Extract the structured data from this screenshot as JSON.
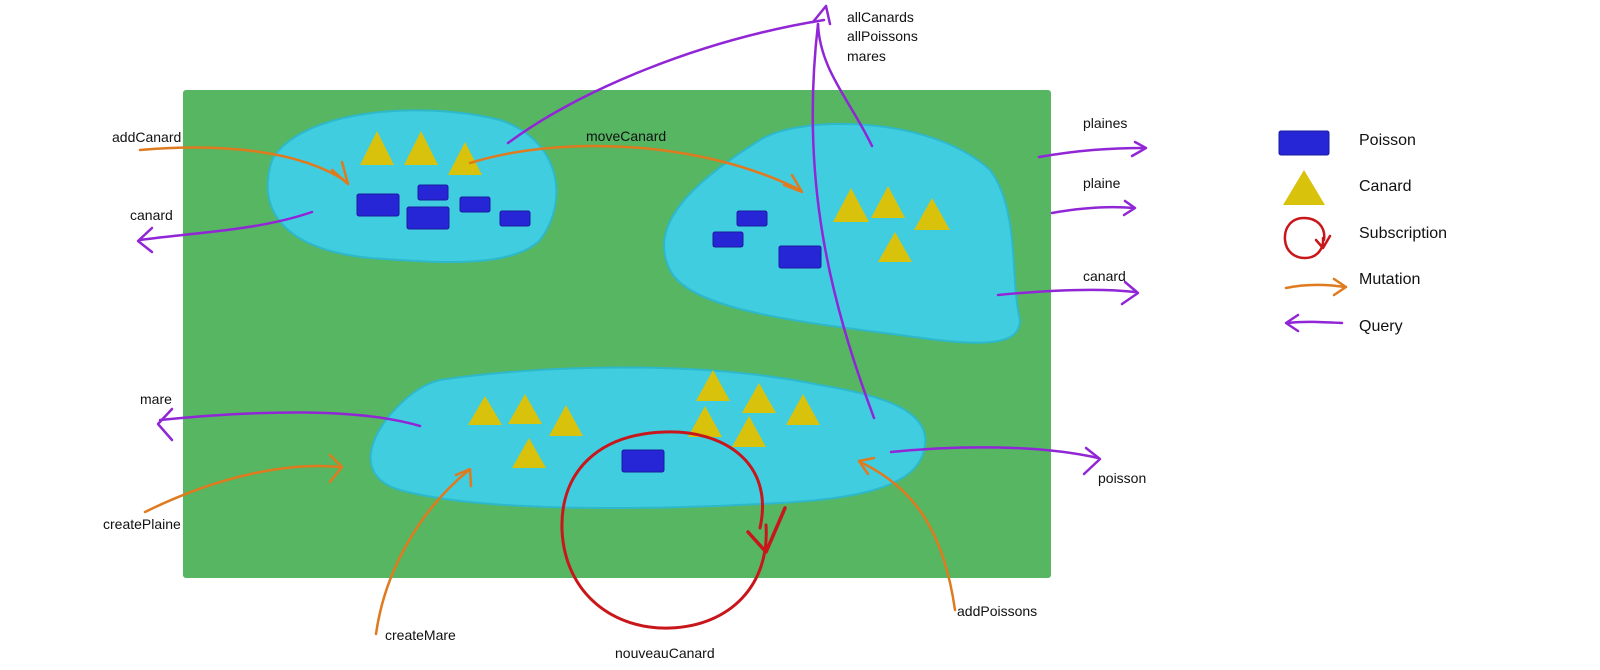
{
  "colors": {
    "plaine": "#56b662",
    "mare": "#41cde0",
    "mare_edge": "#2db8cc",
    "poisson": "#2626d6",
    "canard": "#d8c20c",
    "subscription": "#c8161b",
    "mutation": "#e07a1e",
    "query": "#9126d6"
  },
  "labels": {
    "add_canard": "addCanard",
    "canard_left": "canard",
    "move_canard": "moveCanard",
    "all_canards": "allCanards",
    "all_poissons": "allPoissons",
    "mares": "mares",
    "plaines": "plaines",
    "plaine": "plaine",
    "canard_right": "canard",
    "mare": "mare",
    "create_plaine": "createPlaine",
    "create_mare": "createMare",
    "nouveau_canard": "nouveauCanard",
    "add_poissons": "addPoissons",
    "poisson": "poisson"
  },
  "legend": {
    "poisson": "Poisson",
    "canard": "Canard",
    "subscription": "Subscription",
    "mutation": "Mutation",
    "query": "Query"
  }
}
